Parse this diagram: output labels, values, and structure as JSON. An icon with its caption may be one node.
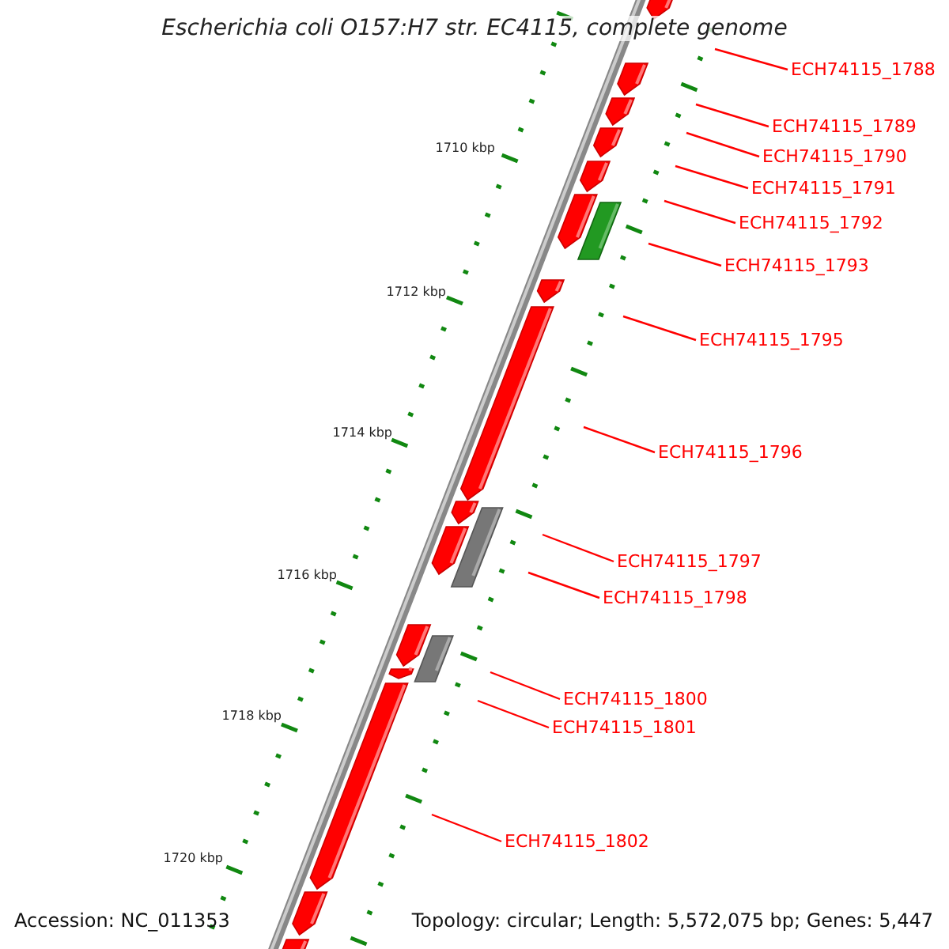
{
  "diagram": {
    "title": "Escherichia coli O157:H7 str. EC4115, complete genome",
    "nodes": [
      {
        "text": [
          "ECH74115_1788"
        ]
      },
      {
        "text": [
          "ECH74115_1789"
        ]
      },
      {
        "text": [
          "ECH74115_1790"
        ]
      },
      {
        "text": [
          "ECH74115_1791"
        ]
      },
      {
        "text": [
          "ECH74115_1792"
        ]
      },
      {
        "text": [
          "ECH74115_1793"
        ]
      },
      {
        "text": [
          "ECH74115_1795"
        ]
      },
      {
        "text": [
          "ECH74115_1796"
        ]
      },
      {
        "text": [
          "ECH74115_1797"
        ]
      },
      {
        "text": [
          "ECH74115_1798"
        ]
      },
      {
        "text": [
          "ECH74115_1800"
        ]
      },
      {
        "text": [
          "ECH74115_1801"
        ]
      },
      {
        "text": [
          "ECH74115_1802"
        ]
      }
    ],
    "edges": [
      {
        "from": 0,
        "to": null,
        "arrow": "none"
      },
      {
        "from": 1,
        "to": null,
        "arrow": "none"
      },
      {
        "from": 2,
        "to": null,
        "arrow": "none"
      },
      {
        "from": 3,
        "to": null,
        "arrow": "none"
      },
      {
        "from": 4,
        "to": null,
        "arrow": "none"
      },
      {
        "from": 5,
        "to": null,
        "arrow": "none"
      },
      {
        "from": 6,
        "to": null,
        "arrow": "none"
      },
      {
        "from": 7,
        "to": null,
        "arrow": "none"
      },
      {
        "from": 8,
        "to": null,
        "arrow": "none"
      },
      {
        "from": 9,
        "to": null,
        "arrow": "none"
      },
      {
        "from": 10,
        "to": null,
        "arrow": "none"
      },
      {
        "from": 11,
        "to": null,
        "arrow": "none"
      },
      {
        "from": 12,
        "to": null,
        "arrow": "none"
      }
    ],
    "labels": [
      "1710 kbp",
      "1712 kbp",
      "1714 kbp",
      "1716 kbp",
      "1718 kbp",
      "1720 kbp",
      "Accession: NC_011353",
      "Topology: circular; Length: 5,572,075 bp; Genes: 5,447"
    ]
  }
}
